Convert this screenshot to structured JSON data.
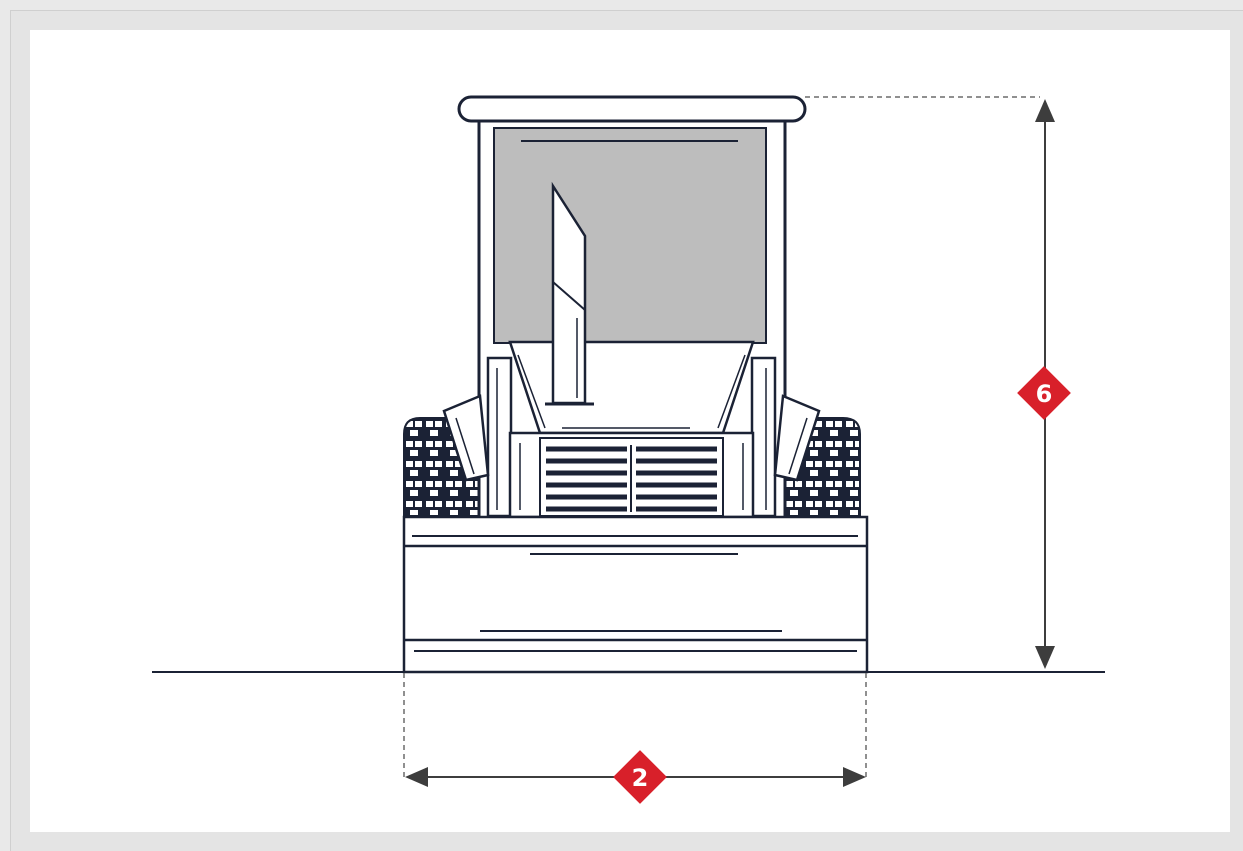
{
  "colors": {
    "line": "#1b2235",
    "window": "#bdbdbd",
    "badge": "#d8202a",
    "badge_text": "#ffffff",
    "dash": "#6b6b6b"
  },
  "dimensions": {
    "height": {
      "label": "6",
      "icon": "diamond-badge"
    },
    "width": {
      "label": "2",
      "icon": "diamond-badge"
    }
  }
}
